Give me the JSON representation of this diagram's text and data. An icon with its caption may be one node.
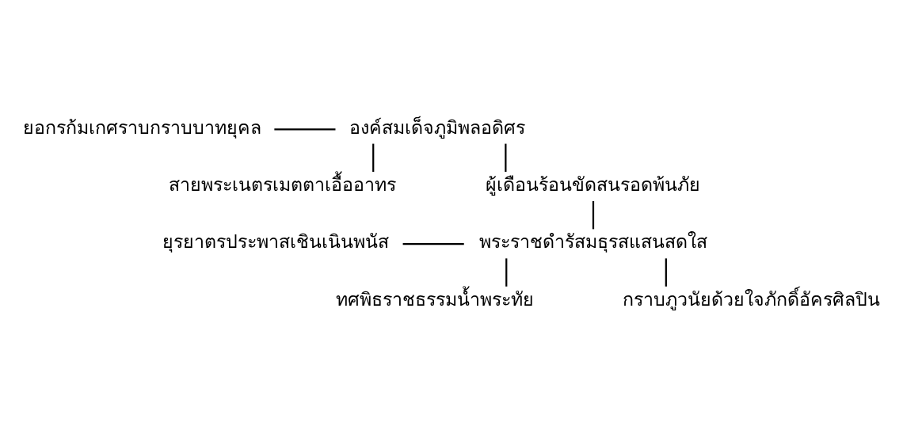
{
  "diagram": {
    "nodes": [
      {
        "text": [
          "ยอกรก้มเกศราบกราบบาทยุคล"
        ]
      },
      {
        "text": [
          "องค์สมเด็จภูมิพลอดิศร"
        ]
      },
      {
        "text": [
          "สายพระเนตรเมตตาเอื้ออาทร"
        ]
      },
      {
        "text": [
          "ผู้เดือนร้อนขัดสนรอดพ้นภัย"
        ]
      },
      {
        "text": [
          "ยุรยาตรประพาสเชินเนินพนัส"
        ]
      },
      {
        "text": [
          "พระราชดำรัสมธุรสแสนสดใส"
        ]
      },
      {
        "text": [
          "ทศพิธราชธรรมน้ำพระทัย"
        ]
      },
      {
        "text": [
          "กราบภูวนัยด้วยใจภักดิ์อัครศิลปิน"
        ]
      }
    ],
    "edges": [
      {
        "from": 0,
        "to": 1,
        "arrow": "none"
      },
      {
        "from": 1,
        "to": 2,
        "arrow": "none"
      },
      {
        "from": 1,
        "to": 3,
        "arrow": "none"
      },
      {
        "from": 3,
        "to": 5,
        "arrow": "none"
      },
      {
        "from": 4,
        "to": 5,
        "arrow": "none"
      },
      {
        "from": 5,
        "to": 6,
        "arrow": "none"
      },
      {
        "from": 5,
        "to": 7,
        "arrow": "none"
      }
    ]
  }
}
